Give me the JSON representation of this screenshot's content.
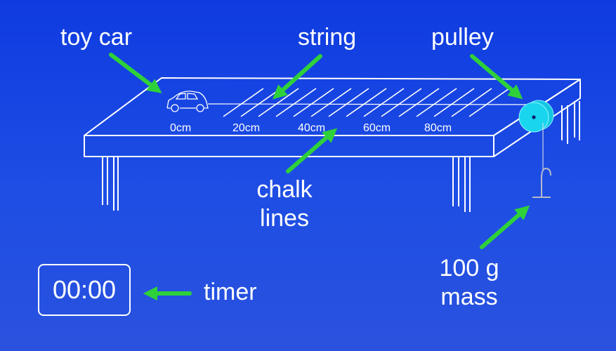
{
  "labels": {
    "toy_car": "toy car",
    "string": "string",
    "pulley": "pulley",
    "chalk_lines": [
      "chalk",
      "lines"
    ],
    "mass": [
      "100 g",
      "mass"
    ],
    "timer": "timer"
  },
  "timer": {
    "display": "00:00"
  },
  "distance_marks": [
    "0cm",
    "20cm",
    "40cm",
    "60cm",
    "80cm"
  ],
  "colors": {
    "arrow": "#2fd13a",
    "pulley": "#19d6ee",
    "lines": "#ffffff",
    "hook": "#b9b9c9"
  }
}
